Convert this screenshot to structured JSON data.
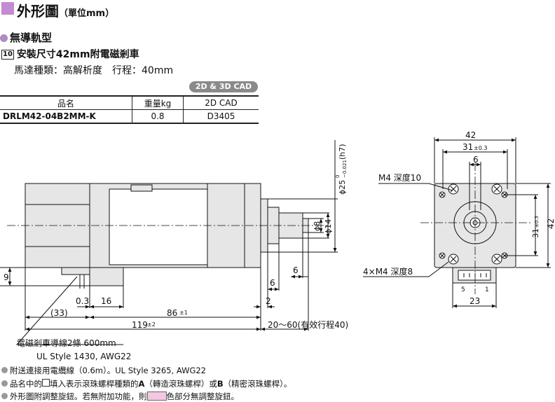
{
  "title": {
    "main": "外形圖",
    "unit": "（單位mm）"
  },
  "subtitle": "無導軌型",
  "model_header": {
    "number": "10",
    "text": "安裝尺寸42mm附電磁剎車"
  },
  "spec_line": "馬達種類：高解析度　行程：40mm",
  "cad_badge": "2D & 3D CAD",
  "table": {
    "headers": [
      "品名",
      "重量kg",
      "2D CAD"
    ],
    "rows": [
      [
        "DRLM42-04B2MM-K",
        "0.8",
        "D3405"
      ]
    ]
  },
  "dims": {
    "d42_top": "42",
    "d31_top": "31",
    "d31_top_tol": "±0.3",
    "d6_top": "6",
    "m4_depth10": "M4 深度10",
    "m4x4_depth8": "4×M4 深度8",
    "d31_right": "31",
    "d31_right_tol": "±0.3",
    "d42_right": "42",
    "d23_bottom": "23",
    "pin5": "5",
    "pin1": "1",
    "phi25": "ϕ25",
    "phi25_tol_upper": "0",
    "phi25_tol_lower": "−0.021",
    "phi25_fit": "(h7)",
    "phi8": "ϕ8",
    "phi14": "ϕ14",
    "d9": "9",
    "d6a": "6",
    "d6b": "6",
    "d2": "2",
    "d03": "0.3",
    "d16": "16",
    "d33": "(33)",
    "d86": "86",
    "d86_tol": "±1",
    "d119": "119",
    "d119_tol": "±2",
    "stroke": "20～60(有效行程40)",
    "brake_lead": "電磁剎車導線2條 600mm",
    "ul_style": "UL Style 1430, AWG22"
  },
  "notes": [
    {
      "text": "附送連接用電纜線（0.6m）。UL Style 3265, AWG22"
    },
    {
      "pre": "品名中的",
      "mid": "填入表示滾珠螺桿種類的",
      "a": "A",
      "a_desc": "（轉造滾珠螺桿）或",
      "b": "B",
      "b_desc": "（精密滾珠螺桿）。"
    },
    {
      "pre": "外形圖附調整旋鈕。若無附加功能，則",
      "post": "色部分無調整旋鈕。"
    }
  ],
  "colors": {
    "accent": "#c48bd0",
    "bullet": "#b08ac0",
    "note_bullet": "#999999",
    "highlight": "#f3c8e0",
    "drawing_fill": "#e6e6e6"
  }
}
